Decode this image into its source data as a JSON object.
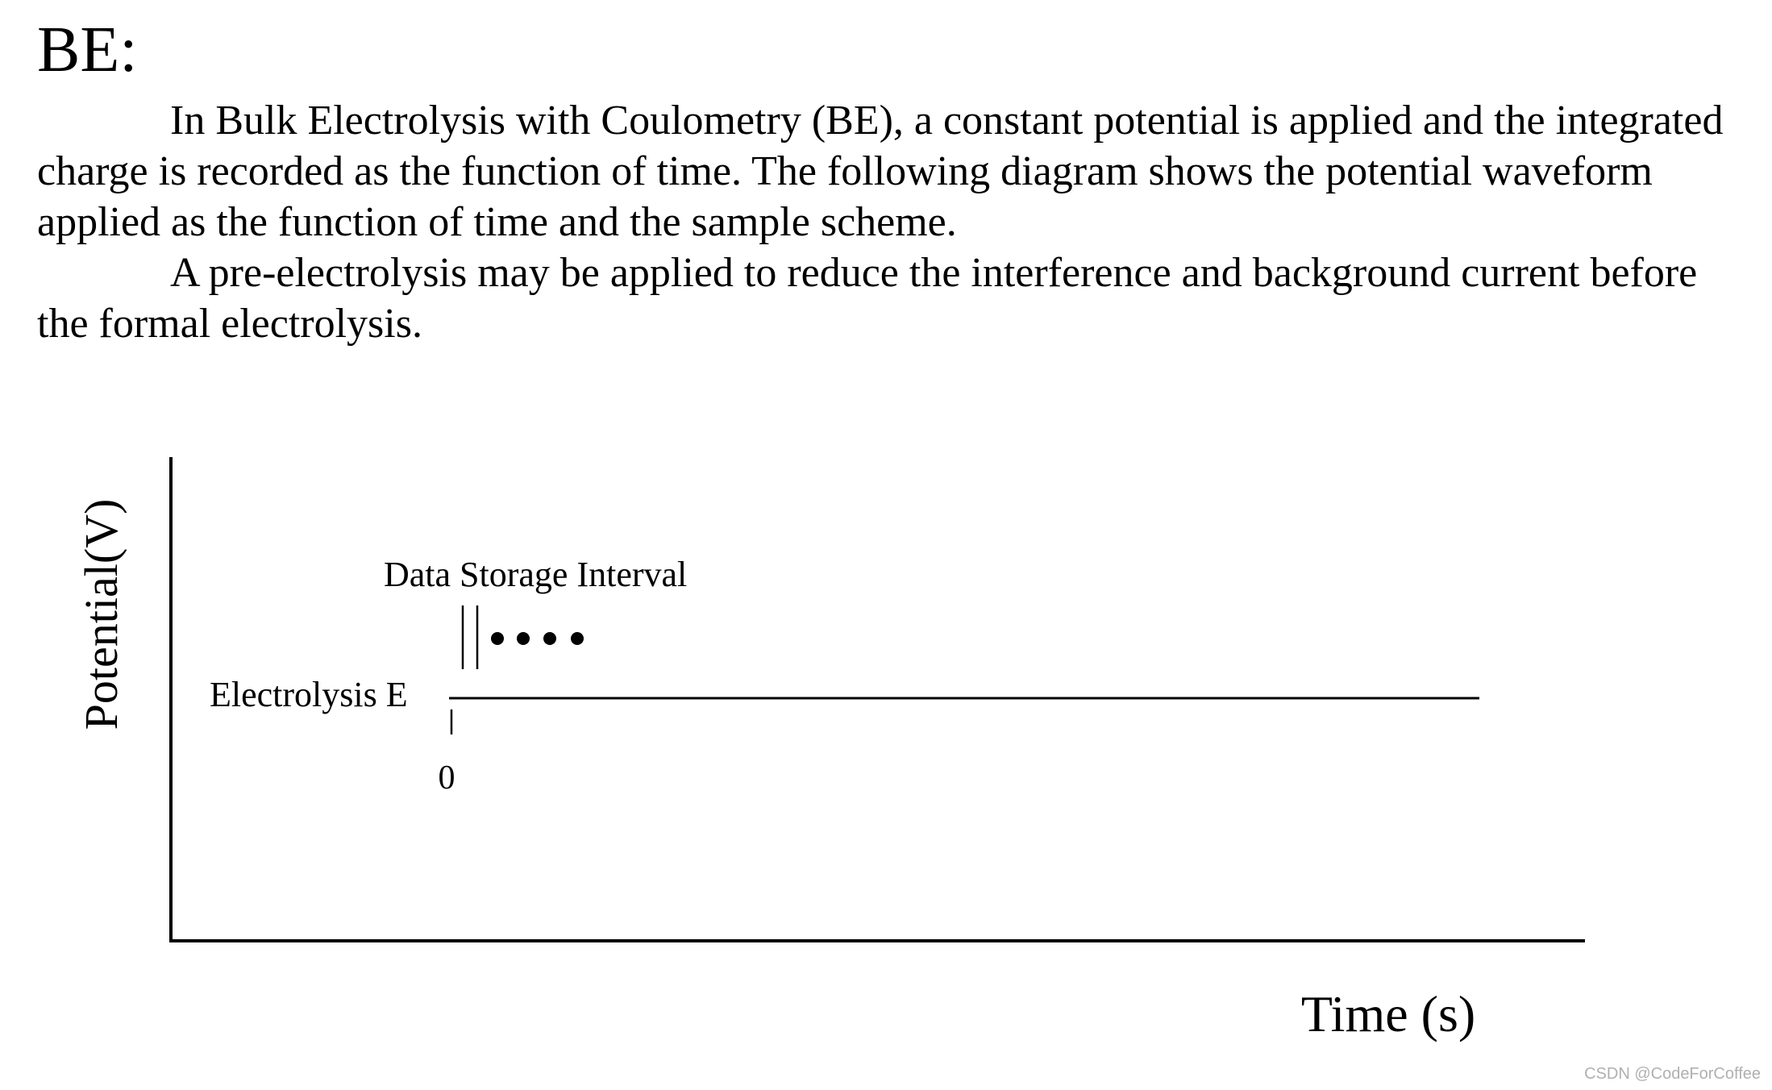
{
  "heading": "BE:",
  "paragraphs": [
    "In Bulk Electrolysis with Coulometry (BE), a constant potential is applied and the integrated charge is recorded as the function of time. The following diagram shows the potential waveform applied as the function of time and the sample scheme.",
    "A pre-electrolysis may be applied to reduce the interference and background current before the formal electrolysis."
  ],
  "diagram": {
    "y_axis_label": "Potential(V)",
    "x_axis_label": "Time (s)",
    "data_storage_label": "Data Storage Interval",
    "level_label": "Electrolysis E",
    "zero_label": "0",
    "sample_dots_count": 4
  },
  "watermark": "CSDN @CodeForCoffee"
}
